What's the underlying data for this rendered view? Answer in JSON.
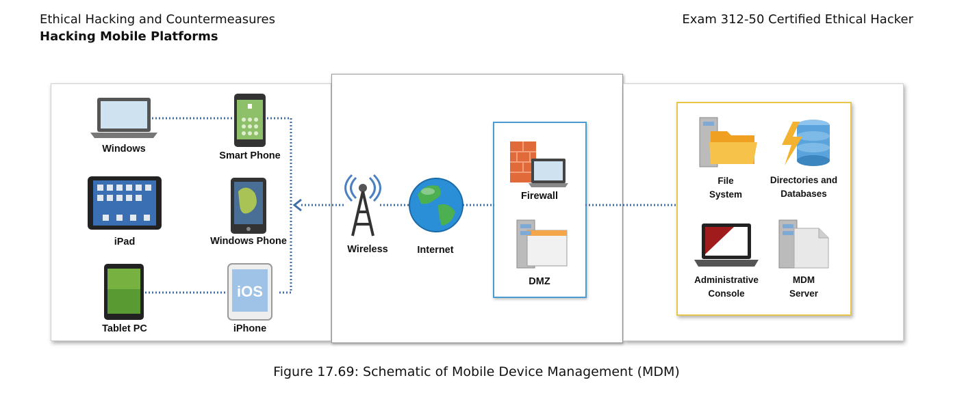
{
  "header": {
    "left_line1": "Ethical Hacking and Countermeasures",
    "left_line2": "Hacking Mobile Platforms",
    "right": "Exam 312-50 Certified Ethical Hacker"
  },
  "devices": {
    "windows": "Windows",
    "smart_phone": "Smart Phone",
    "ipad": "iPad",
    "windows_phone": "Windows Phone",
    "tablet_pc": "Tablet PC",
    "iphone": "iPhone"
  },
  "network": {
    "wireless": "Wireless",
    "internet": "Internet",
    "firewall": "Firewall",
    "dmz": "DMZ"
  },
  "server": {
    "file_system_1": "File",
    "file_system_2": "System",
    "dir_db_1": "Directories and",
    "dir_db_2": "Databases",
    "admin_1": "Administrative",
    "admin_2": "Console",
    "mdm_1": "MDM",
    "mdm_2": "Server"
  },
  "icon_text": {
    "ios": "iOS"
  },
  "caption": "Figure 17.69: Schematic of Mobile Device Management (MDM)",
  "colors": {
    "connector": "#3d6ea8",
    "dmz_border": "#4a9cd0",
    "server_border": "#e7c64c",
    "firewall": "#e06a3a"
  }
}
